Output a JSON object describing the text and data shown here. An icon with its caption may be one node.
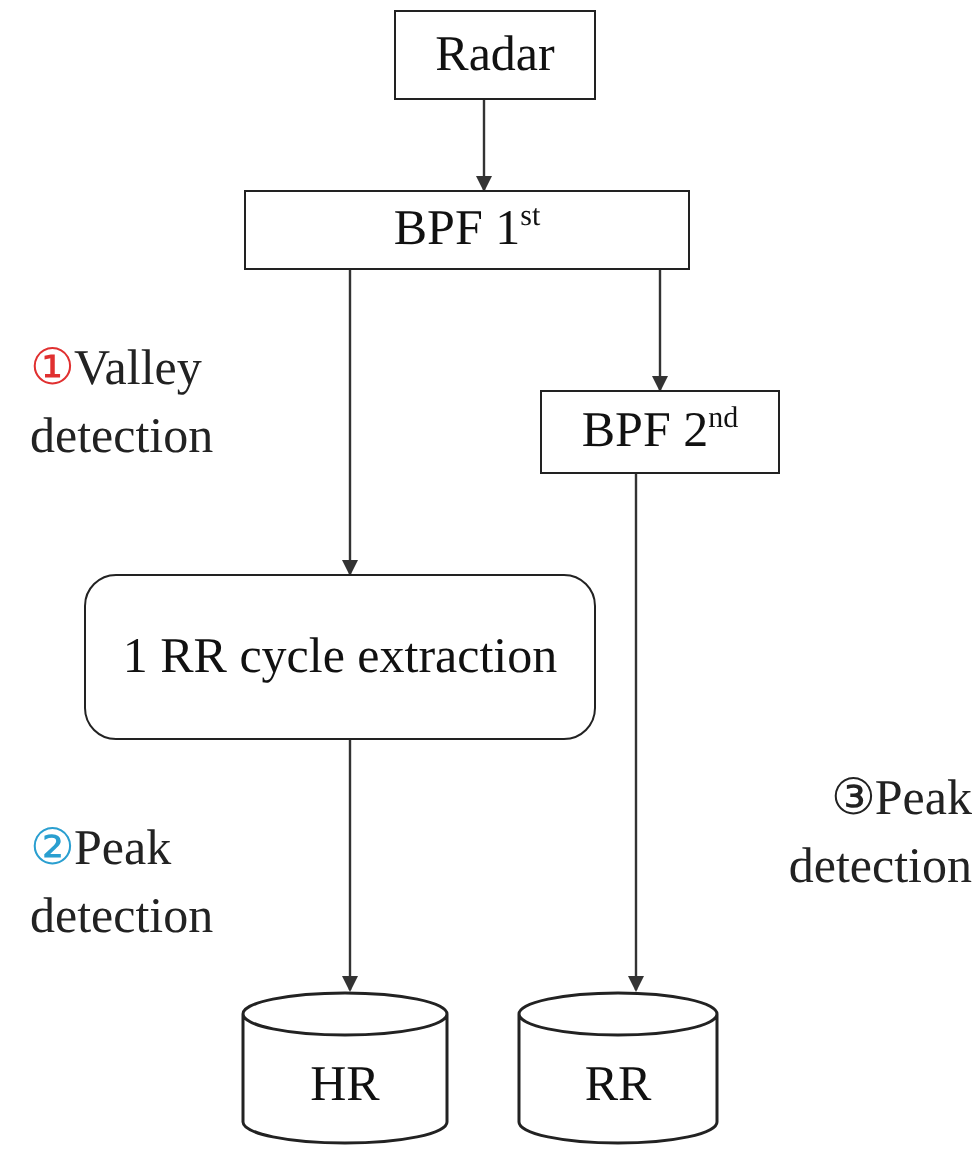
{
  "diagram": {
    "nodes": [
      {
        "text": [
          "Radar"
        ]
      },
      {
        "text": [
          "BPF 1$^{st}$"
        ]
      },
      {
        "text": [
          "BPF 2$^{nd}$"
        ]
      },
      {
        "text": [
          "1 RR cycle extraction"
        ]
      },
      {
        "text": [
          "HR"
        ]
      },
      {
        "text": [
          "RR"
        ]
      }
    ],
    "edges": [
      {
        "from": 0,
        "to": 1,
        "arrow": "to"
      },
      {
        "from": 1,
        "to": 3,
        "arrow": "to",
        "label": "①Valley detection"
      },
      {
        "from": 1,
        "to": 2,
        "arrow": "to"
      },
      {
        "from": 3,
        "to": 4,
        "arrow": "to",
        "label": "②Peak detection"
      },
      {
        "from": 2,
        "to": 5,
        "arrow": "to",
        "label": "③Peak detection"
      }
    ]
  }
}
